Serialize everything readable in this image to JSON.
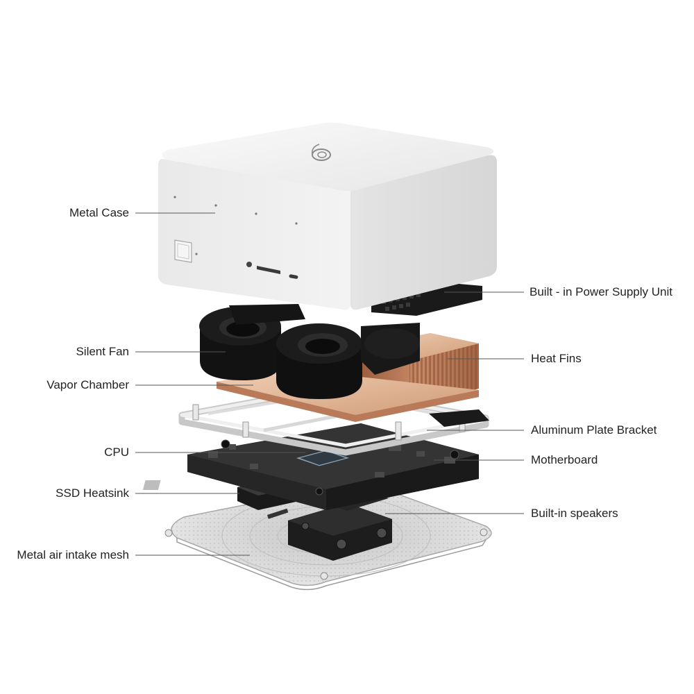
{
  "labels": {
    "metal_case": "Metal Case",
    "power_supply": "Built - in Power Supply Unit",
    "silent_fan": "Silent Fan",
    "heat_fins": "Heat Fins",
    "vapor_chamber": "Vapor Chamber",
    "aluminum_bracket": "Aluminum Plate Bracket",
    "cpu": "CPU",
    "motherboard": "Motherboard",
    "ssd_heatsink": "SSD Heatsink",
    "speakers": "Built-in speakers",
    "air_intake": "Metal air intake mesh"
  },
  "colors": {
    "case": "#eeeeee",
    "fan": "#141414",
    "copper": "#d8a887",
    "board": "#2c2c2c",
    "mesh": "#d9d9d9",
    "leader": "#555555"
  },
  "icons": [
    "brand-logo-icon",
    "power-button-icon"
  ]
}
